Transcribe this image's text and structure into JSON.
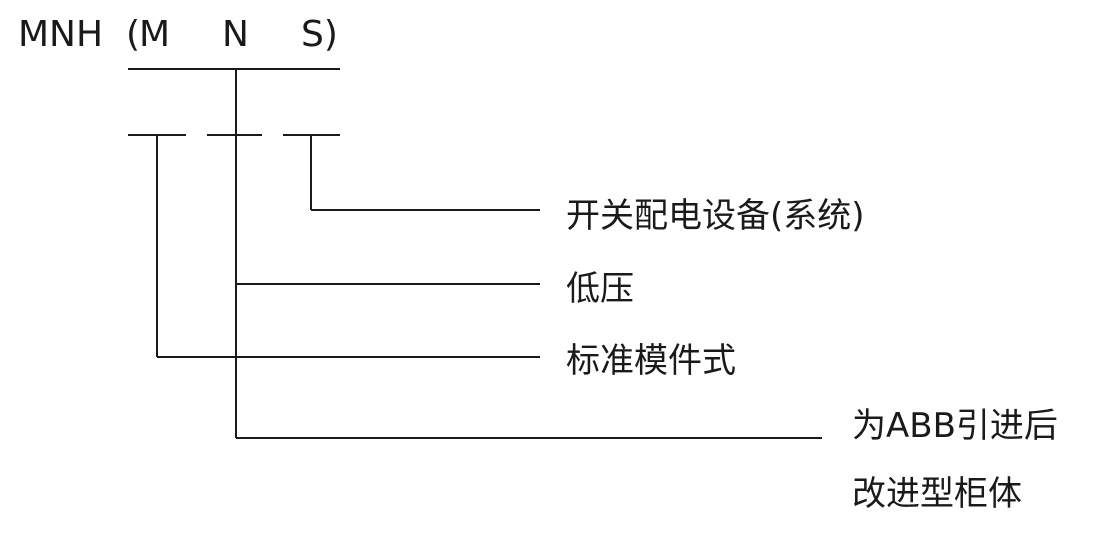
{
  "model_code": "MNH",
  "open_paren": "(",
  "letter_m": "M",
  "letter_n": "N",
  "letter_s": "S)",
  "labels": {
    "s_meaning": "开关配电设备(系统)",
    "n_meaning": "低压",
    "m_meaning": "标准模件式",
    "h_meaning_line1": "为ABB引进后",
    "h_meaning_line2": "改进型柜体"
  },
  "colors": {
    "line": "#1a1a1a",
    "text": "#1a1a1a",
    "background": "#ffffff"
  }
}
